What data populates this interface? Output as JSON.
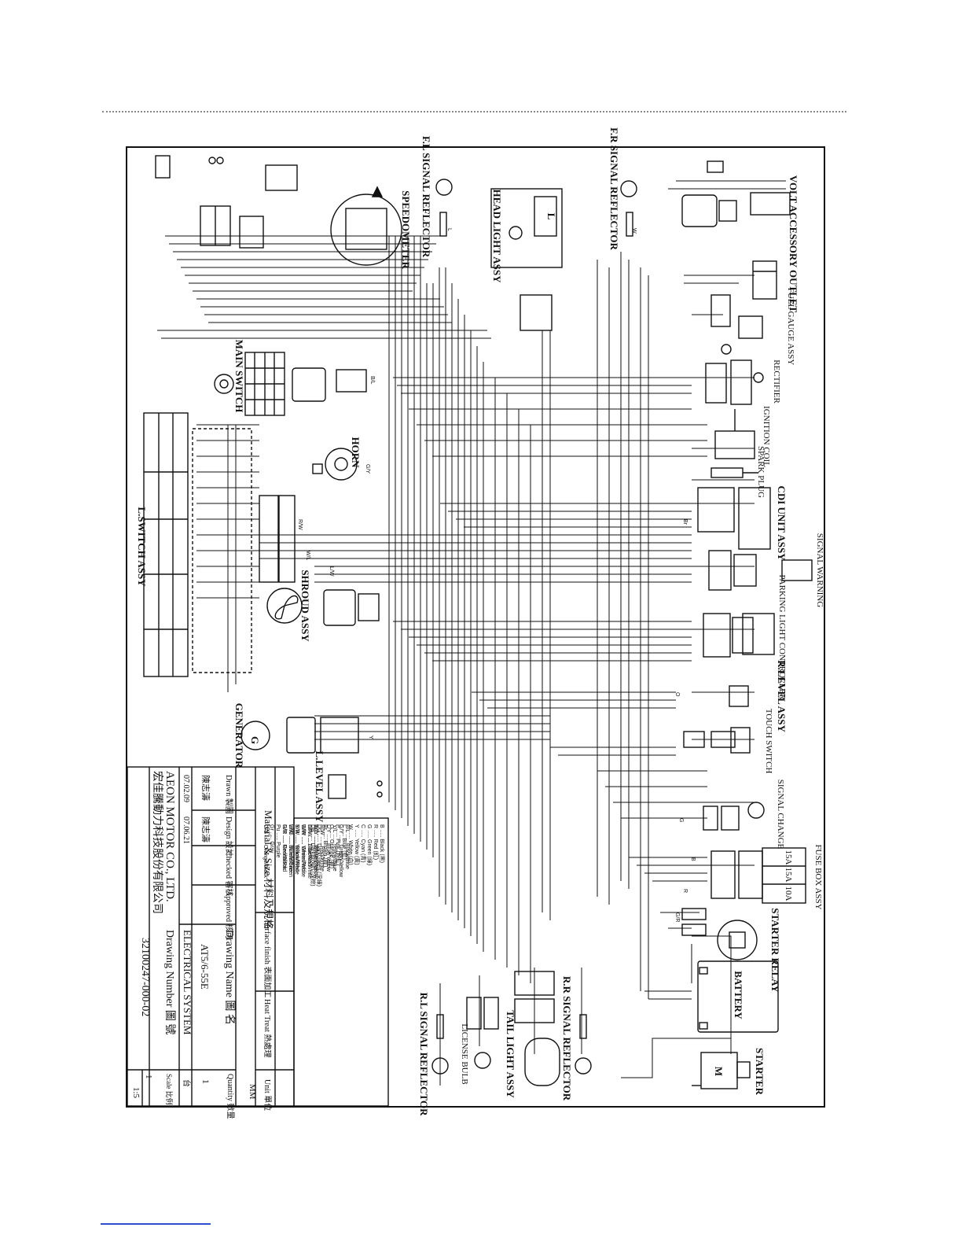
{
  "title_block": {
    "material": "Material & Size 材料及規格",
    "surface_finish": "Surface finish 表面加工",
    "heat_treat": "Heat Treat 熱處理",
    "unit": "Unit 單位",
    "unit_value": "MM",
    "drawn": "Drawn 製圖",
    "design": "Design 設計",
    "checked": "Checked 審核",
    "approved": "Approved 核可",
    "drawn_by": "陳志濤",
    "design_by": "陳志濤",
    "date_drawn": "07.02.09",
    "date_design": "07.06.21",
    "drawing_name_label": "Drawing Name 圖 名",
    "drawing_model": "AT5/6-55E",
    "drawing_title": "ELECTRICAL SYSTEM",
    "quantity_label": "Quantity 數量",
    "quantity_value": "1",
    "quantity_unit": "台",
    "company_en": "AEON MOTOR CO., LTD.",
    "company_zh": "宏佳騰動力科技股份有限公司",
    "drawing_number_label": "Drawing Number 圖 號",
    "drawing_number": "32100247-000-02",
    "scale_label": "Scale 比例",
    "scale_value": "1:5",
    "sheet_value": "1"
  },
  "components": {
    "main_switch": "MAIN SWITCH",
    "horn": "HORN",
    "l_switch": "L.SWITCH ASSY",
    "shroud": "SHROUD ASSY",
    "generator": "GENERATOR",
    "generator_symbol": "G",
    "l_level": "L.LEVEL ASSY",
    "speedometer": "SPEEDOMETER",
    "fl_signal": "F.L SIGNAL REFLECTOR",
    "head_light": "HEAD LIGHT ASSY",
    "head_light_symbol": "L",
    "fr_signal": "F.R SIGNAL REFLECTOR",
    "volt_outlet": "VOLT ACCESSORY OUTLET",
    "fuel_gauge": "FUEL GAUGE ASSY",
    "rectifier": "RECTIFIER",
    "ignition_coil": "IGNITION COIL",
    "spark_plug": "SPARK PLUG",
    "cdi": "CDI UNIT ASSY",
    "signal_warning": "SIGNAL WARNING",
    "parking_light": "PARKING LIGHT CONTROLLER",
    "r_level": "R.LEVEL ASSY",
    "touch_switch": "TOUCH SWITCH",
    "signal_change": "SIGNAL CHANGE",
    "fuse_box": "FUSE BOX ASSY",
    "starter_relay": "STARTER RELAY",
    "battery": "BATTERY",
    "starter": "STARTER",
    "starter_symbol": "M",
    "rl_signal": "R.L SIGNAL REFLECTOR",
    "license_bulb": "LICENSE BULB",
    "tail_light": "TAIL LIGHT ASSY",
    "rr_signal": "R.R SIGNAL REFLECTOR"
  },
  "legend_colors": [
    "B ..... Black (黑)",
    "R ..... Red (紅)",
    "G ..... Green (綠)",
    "C ..... Cyan (青)",
    "Y ..... Yellow (黃)",
    "W ..... White (白)",
    "L ..... Blue (藍)",
    "P ..... Pink (粉紅)",
    "O ..... Orange (橙)",
    "Br ..... Brown (棕)",
    "DG ..... DarkGreen (深綠)",
    "DB ..... DarkBrown (深棕)"
  ],
  "legend_combos": [
    "B/L ..... Black/Blue",
    "G/Y ..... Green/Yellow",
    "Y/L ..... Yellow/Blue",
    "L/Y ..... Blue/Yellow",
    "R/W ..... Red/White",
    "W/L ..... White/Blue",
    "Br/W ..... Brown/White",
    "G/W ..... Green/White",
    "Y/R ..... Yellow/Red",
    "L/W ..... Blue/White",
    "G/R ..... Green/Red"
  ],
  "legend_combos2": [
    "Br/Y ..... Brown/Yellow",
    "L/R ..... Blue/Red",
    "W/R ..... White/Red",
    "B/W ..... Black/White",
    "W/G ..... White/Green",
    "R/B ..... Red/Black",
    "Pu ..... Purple",
    "Gr ..... Gray",
    "O/B ..... Orange/Black"
  ],
  "fuse_labels": [
    "15A",
    "15A",
    "10A"
  ],
  "wire_labels": [
    "B/L",
    "G/Y",
    "R",
    "B",
    "G",
    "Y",
    "W/L",
    "L/W",
    "R/W",
    "O",
    "Br",
    "G/R",
    "L",
    "W"
  ]
}
